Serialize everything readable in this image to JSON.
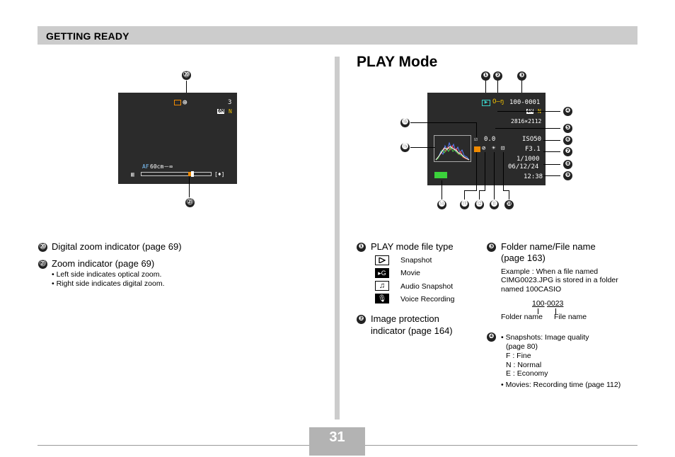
{
  "header": {
    "section_title": "GETTING READY"
  },
  "page_title": "PLAY Mode",
  "page_number": "31",
  "left_screen": {
    "callout_20": "⑳",
    "callout_21": "㉑",
    "shots_remaining": "3",
    "image_size": "6M",
    "quality": "N",
    "af_label": "AF",
    "af_range": "60cm－∞"
  },
  "left_items": [
    {
      "num": "⑳",
      "text": "Digital zoom indicator (page 69)"
    },
    {
      "num": "㉑",
      "text": "Zoom indicator (page 69)"
    }
  ],
  "zoom_notes": [
    "• Left side indicates optical zoom.",
    "• Right side indicates digital zoom."
  ],
  "play_screen": {
    "folder_file": "100-0001",
    "image_size": "6M",
    "quality": "N",
    "resolution": "2816×2112",
    "ev": "0.0",
    "iso": "ISO50",
    "aperture": "F3.1",
    "shutter": "1/1000",
    "date": "06/12/24",
    "time": "12:38",
    "callouts": [
      "❶",
      "❷",
      "❸",
      "❹",
      "❺",
      "❻",
      "❼",
      "❽",
      "❾",
      "❿",
      "⓫",
      "⓬",
      "⓭",
      "⓮",
      "⓯",
      "⓰"
    ]
  },
  "item1": {
    "num": "❶",
    "title": "PLAY mode file type",
    "types": [
      {
        "icon": "play-icon",
        "label": "Snapshot"
      },
      {
        "icon": "movie-icon",
        "label": "Movie"
      },
      {
        "icon": "music-note-icon",
        "label": "Audio Snapshot"
      },
      {
        "icon": "microphone-icon",
        "label": "Voice Recording"
      }
    ]
  },
  "item2": {
    "num": "❷",
    "title_line1": "Image protection",
    "title_line2": "indicator (page 164)"
  },
  "item3": {
    "num": "❸",
    "title_line1": "Folder name/File name",
    "title_line2": "(page 163)",
    "example_lines": [
      "Example : When a file named",
      "CIMG0023.JPG is stored in a folder",
      "named 100CASIO"
    ],
    "diagram_folder": "100",
    "diagram_sep": "-",
    "diagram_file": "0023",
    "folder_label": "Folder name",
    "file_label": "File name"
  },
  "item4": {
    "num": "❹",
    "lines": [
      "• Snapshots: Image quality",
      "(page 80)",
      "F : Fine",
      "N : Normal",
      "E : Economy"
    ],
    "movies": "• Movies: Recording time (page 112)"
  }
}
